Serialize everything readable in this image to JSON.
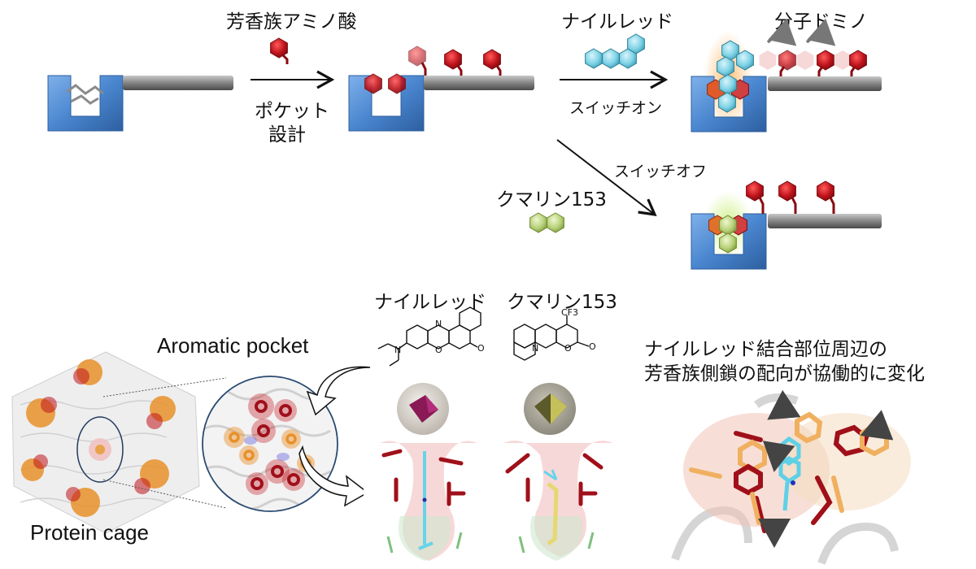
{
  "scheme": {
    "aromatic_amino_acid_label": "芳香族アミノ酸",
    "pocket_design_label_line1": "ポケット",
    "pocket_design_label_line2": "設計",
    "nile_red_label": "ナイルレッド",
    "switch_on_label": "スイッチオン",
    "molecular_domino_label": "分子ドミノ",
    "switch_off_label": "スイッチオフ",
    "coumarin_label": "クマリン153"
  },
  "structures": {
    "nile_red_title": "ナイルレッド",
    "coumarin_title": "クマリン153",
    "cf3_label": "CF3",
    "n_label": "N",
    "o_label": "O"
  },
  "cage": {
    "aromatic_pocket_label": "Aromatic pocket",
    "protein_cage_label": "Protein cage"
  },
  "annotation": {
    "line1": "ナイルレッド結合部位周辺の",
    "line2": "芳香族側鎖の配向が協働的に変化"
  },
  "colors": {
    "cage_blue": "#4a86cf",
    "rod_gray": "#8a8a8a",
    "aromatic_red": "#c0141c",
    "nile_red_cyan": "#7fd3e6",
    "coumarin_green": "#b8d27a",
    "orange_side_chain": "#e8a24a"
  }
}
